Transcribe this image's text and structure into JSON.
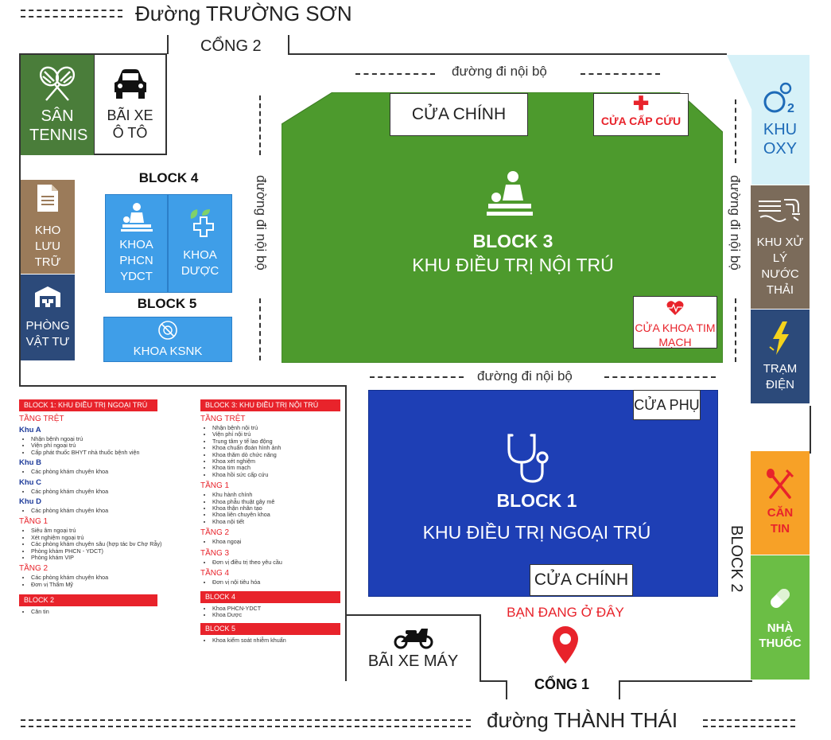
{
  "roads": {
    "top": "Đường TRƯỜNG SƠN",
    "bottom": "đường THÀNH THÁI",
    "internal_top": "đường đi nội bộ",
    "internal_mid": "đường đi nội bộ",
    "internal_left": "đường đi nội bộ",
    "internal_right": "đường đi nội bộ"
  },
  "gates": {
    "gate2": "CỔNG 2",
    "gate1": "CỔNG 1"
  },
  "tiles": {
    "tennis": "SÂN TENNIS",
    "car_park": "BÃI XE Ô TÔ",
    "archive": "KHO LƯU TRỮ",
    "supplies": "PHÒNG VẬT TƯ",
    "oxygen": "KHU OXY",
    "water": "KHU XỬ LÝ NƯỚC THẢI",
    "power": "TRẠM ĐIỆN",
    "canteen": "CĂN TIN",
    "pharmacy": "NHÀ THUỐC",
    "moto_park": "BÃI XE MÁY"
  },
  "block4": {
    "title": "BLOCK 4",
    "phcn": "KHOA PHCN YDCT",
    "duoc": "KHOA DƯỢC"
  },
  "block5": {
    "title": "BLOCK 5",
    "ksnk": "KHOA KSNK"
  },
  "block3": {
    "title": "BLOCK 3",
    "subtitle": "KHU ĐIỀU TRỊ NỘI TRÚ",
    "main_door": "CỬA CHÍNH",
    "emergency": "CỬA CẤP CỨU",
    "cardio": "CỬA KHOA TIM MẠCH"
  },
  "block1": {
    "title": "BLOCK 1",
    "subtitle": "KHU ĐIỀU TRỊ NGOẠI TRÚ",
    "side_door": "CỬA PHỤ",
    "main_door": "CỬA CHÍNH"
  },
  "block2": {
    "label": "BLOCK 2"
  },
  "you_are_here": "BẠN ĐANG Ở ĐÂY",
  "colors": {
    "green": "#4d9a2d",
    "blue_dark": "#1e3fb5",
    "blue_light": "#3f9ee8",
    "tennis": "#4a7d3a",
    "brown": "#9b7b5a",
    "navy": "#2c4a7a",
    "cyan": "#d6f1f8",
    "brown_dark": "#7b6b5a",
    "orange": "#f7a127",
    "lime": "#6bbe45",
    "red": "#e8232b"
  },
  "legend1": {
    "header": "BLOCK 1: KHU ĐIỀU TRỊ NGOẠI TRÚ",
    "sections": [
      {
        "title": "TẦNG TRỆT",
        "groups": [
          {
            "name": "Khu A",
            "items": [
              "Nhận bệnh ngoại trú",
              "Viện phí ngoại trú",
              "Cấp phát thuốc BHYT nhà thuốc bệnh viện"
            ]
          },
          {
            "name": "Khu B",
            "items": [
              "Các phòng khám chuyên khoa"
            ]
          },
          {
            "name": "Khu C",
            "items": [
              "Các phòng khám chuyên khoa"
            ]
          },
          {
            "name": "Khu D",
            "items": [
              "Các phòng khám chuyên khoa"
            ]
          }
        ]
      },
      {
        "title": "TẦNG 1",
        "groups": [
          {
            "name": "",
            "items": [
              "Siêu âm ngoại trú",
              "Xét nghiệm ngoại trú",
              "Các phòng khám chuyên sâu (hợp tác bv Chợ Rẫy)",
              "Phòng khám PHCN - YDCT)",
              "Phòng khám VIP"
            ]
          }
        ]
      },
      {
        "title": "TẦNG 2",
        "groups": [
          {
            "name": "",
            "items": [
              "Các phòng khám chuyên khoa",
              "Đơn vị Thẩm Mỹ"
            ]
          }
        ]
      }
    ],
    "header2": "BLOCK 2",
    "items2": [
      "Căn tin"
    ]
  },
  "legend3": {
    "header": "BLOCK 3: KHU ĐIỀU TRỊ NỘI TRÚ",
    "sections": [
      {
        "title": "TẦNG TRỆT",
        "items": [
          "Nhận bệnh nội trú",
          "Viện phí nội trú",
          "Trung tâm y tế lao động",
          "Khoa chuẩn đoán hình ảnh",
          "Khoa thăm dò chức năng",
          "Khoa xét nghiệm",
          "Khoa tim mạch",
          "Khoa hồi sức cấp cứu"
        ]
      },
      {
        "title": "TẦNG 1",
        "items": [
          "Khu hành chính",
          "Khoa phẫu thuật gây mê",
          "Khoa thận nhân tạo",
          "Khoa liên chuyên khoa",
          "Khoa nội tiết"
        ]
      },
      {
        "title": "TẦNG 2",
        "items": [
          "Khoa ngoại"
        ]
      },
      {
        "title": "TẦNG 3",
        "items": [
          "Đơn vị điều trị theo yêu cầu"
        ]
      },
      {
        "title": "TẦNG 4",
        "items": [
          "Đơn vị nội tiêu hóa"
        ]
      }
    ],
    "header4": "BLOCK 4",
    "items4": [
      "Khoa PHCN-YDCT",
      "Khoa Dược"
    ],
    "header5": "BLOCK 5",
    "items5": [
      "Khoa kiểm soát nhiễm khuẩn"
    ]
  }
}
